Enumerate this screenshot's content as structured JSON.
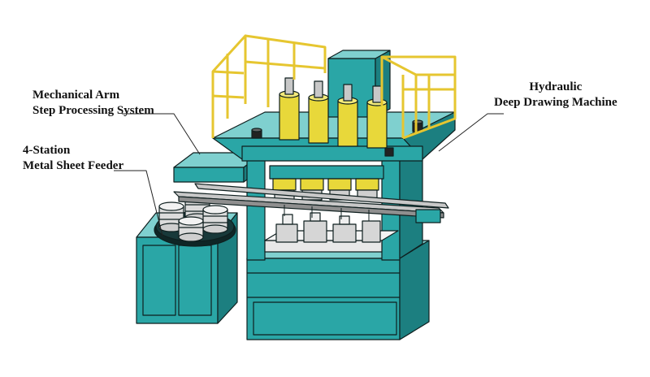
{
  "labels": {
    "arm": {
      "line1": "Mechanical Arm",
      "line2": "Step Processing System"
    },
    "feeder": {
      "line1": "4-Station",
      "line2": "Metal Sheet Feeder"
    },
    "press": {
      "line1": "Hydraulic",
      "line2": "Deep Drawing Machine"
    }
  },
  "colors": {
    "teal": "#2aa6a6",
    "teal_dark": "#1c7f80",
    "teal_light": "#7fd0cf",
    "rail": "#e6c630",
    "cylinder": "#e8d83a",
    "steel": "#c8c8c8",
    "steel_dark": "#8f8f8f",
    "outline": "#0f1f1f"
  },
  "parts": {
    "press_cylinders": 4,
    "stations": 4,
    "feeder_stacks": 4
  }
}
